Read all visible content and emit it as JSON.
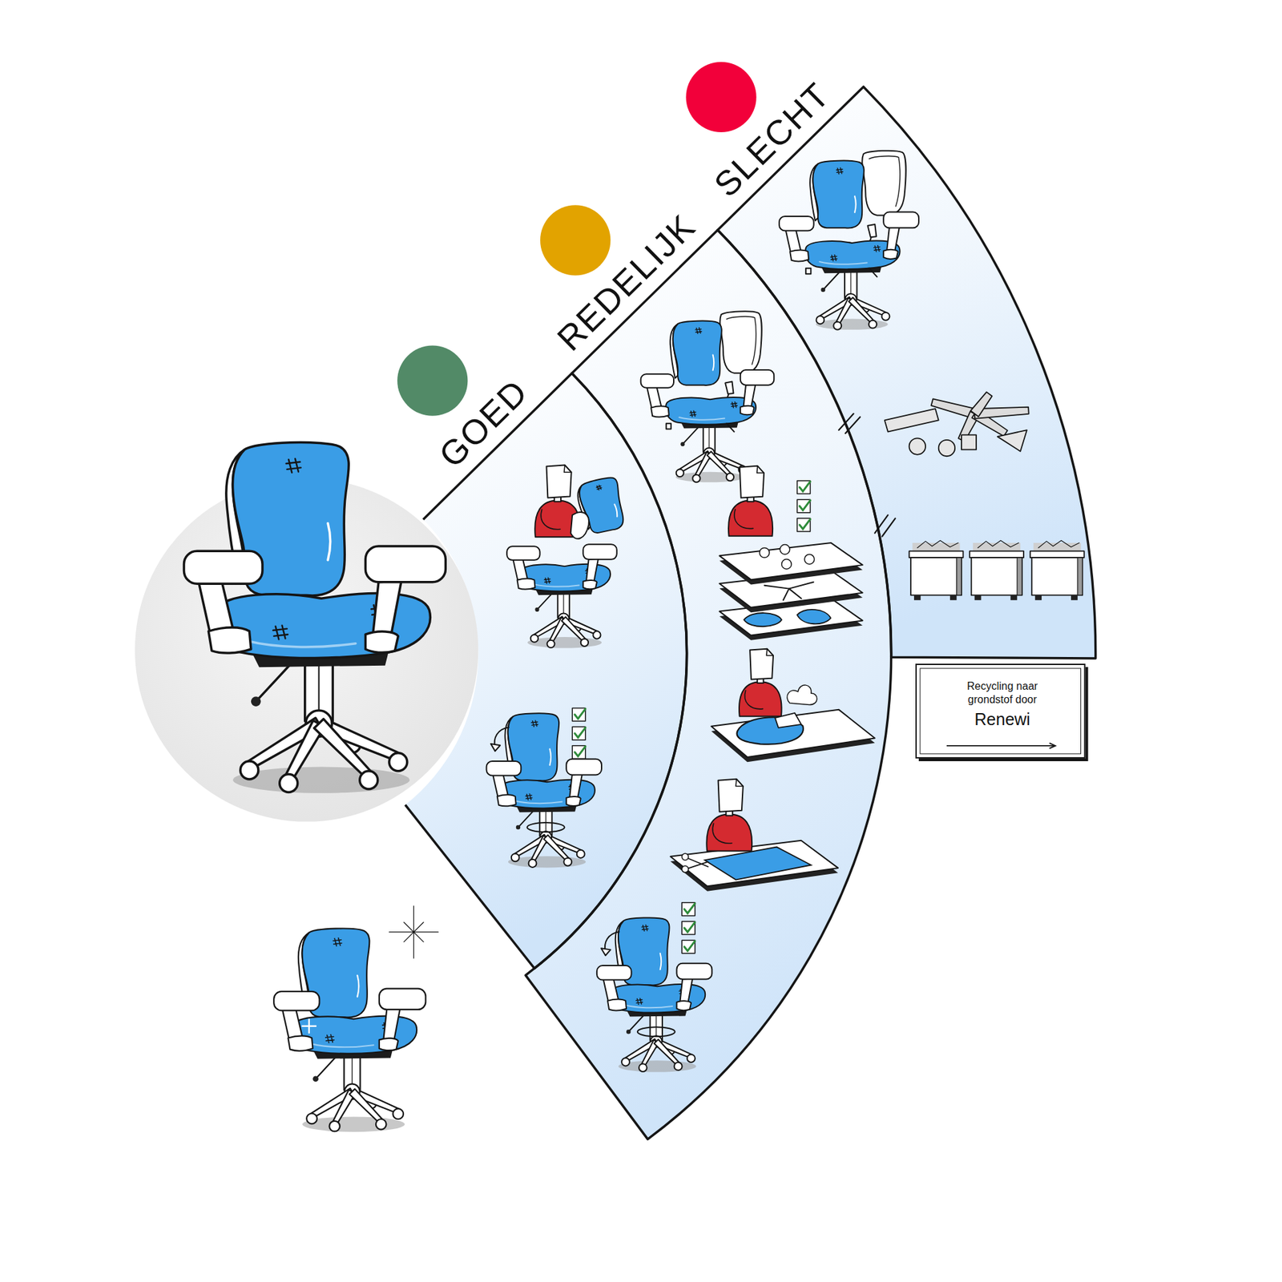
{
  "diagram": {
    "nodes": [
      {
        "text": [
          "GOED"
        ]
      },
      {
        "text": [
          "REDELIJK"
        ]
      },
      {
        "text": [
          "SLECHT"
        ]
      },
      {
        "text": [
          "Recycling naar grondstof door",
          "Renewi"
        ]
      }
    ]
  }
}
